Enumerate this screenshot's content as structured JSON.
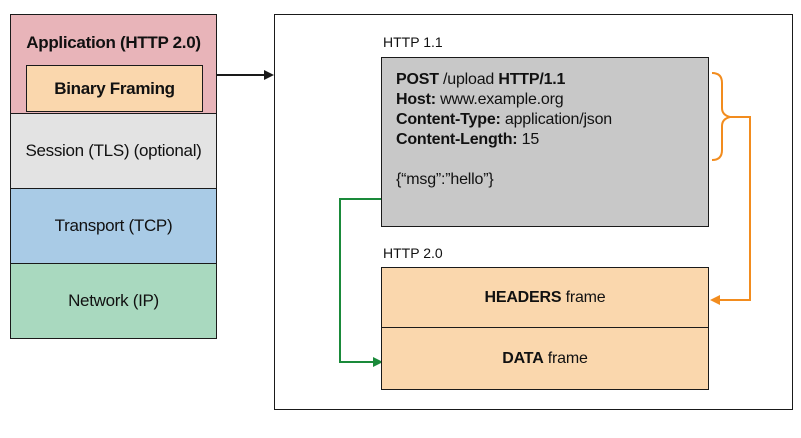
{
  "stack": {
    "application": {
      "label": "Application (HTTP 2.0)",
      "color": "#e8b4b9"
    },
    "binary_framing": {
      "label": "Binary Framing",
      "color": "#fad7ad"
    },
    "session": {
      "label": "Session (TLS) (optional)",
      "color": "#e3e3e3"
    },
    "transport": {
      "label": "Transport (TCP)",
      "color": "#a9cbe6"
    },
    "network": {
      "label": "Network (IP)",
      "color": "#a9d9bf"
    }
  },
  "http11": {
    "title": "HTTP 1.1",
    "color": "#c8c8c8",
    "line1": {
      "k1": "POST",
      "v1": " /upload ",
      "k2": "HTTP/1.1"
    },
    "line2": {
      "k": "Host:",
      "v": " www.example.org"
    },
    "line3": {
      "k": "Content-Type:",
      "v": " application/json"
    },
    "line4": {
      "k": "Content-Length:",
      "v": " 15"
    },
    "body": "{“msg”:”hello”}"
  },
  "http20": {
    "title": "HTTP 2.0",
    "color": "#fad7ad",
    "headers_frame": {
      "k": "HEADERS",
      "v": " frame"
    },
    "data_frame": {
      "k": "DATA",
      "v": " frame"
    }
  },
  "colors": {
    "headers_arrow": "#f28c1e",
    "data_arrow": "#1a8a3a",
    "stroke": "#1a1a1a"
  }
}
